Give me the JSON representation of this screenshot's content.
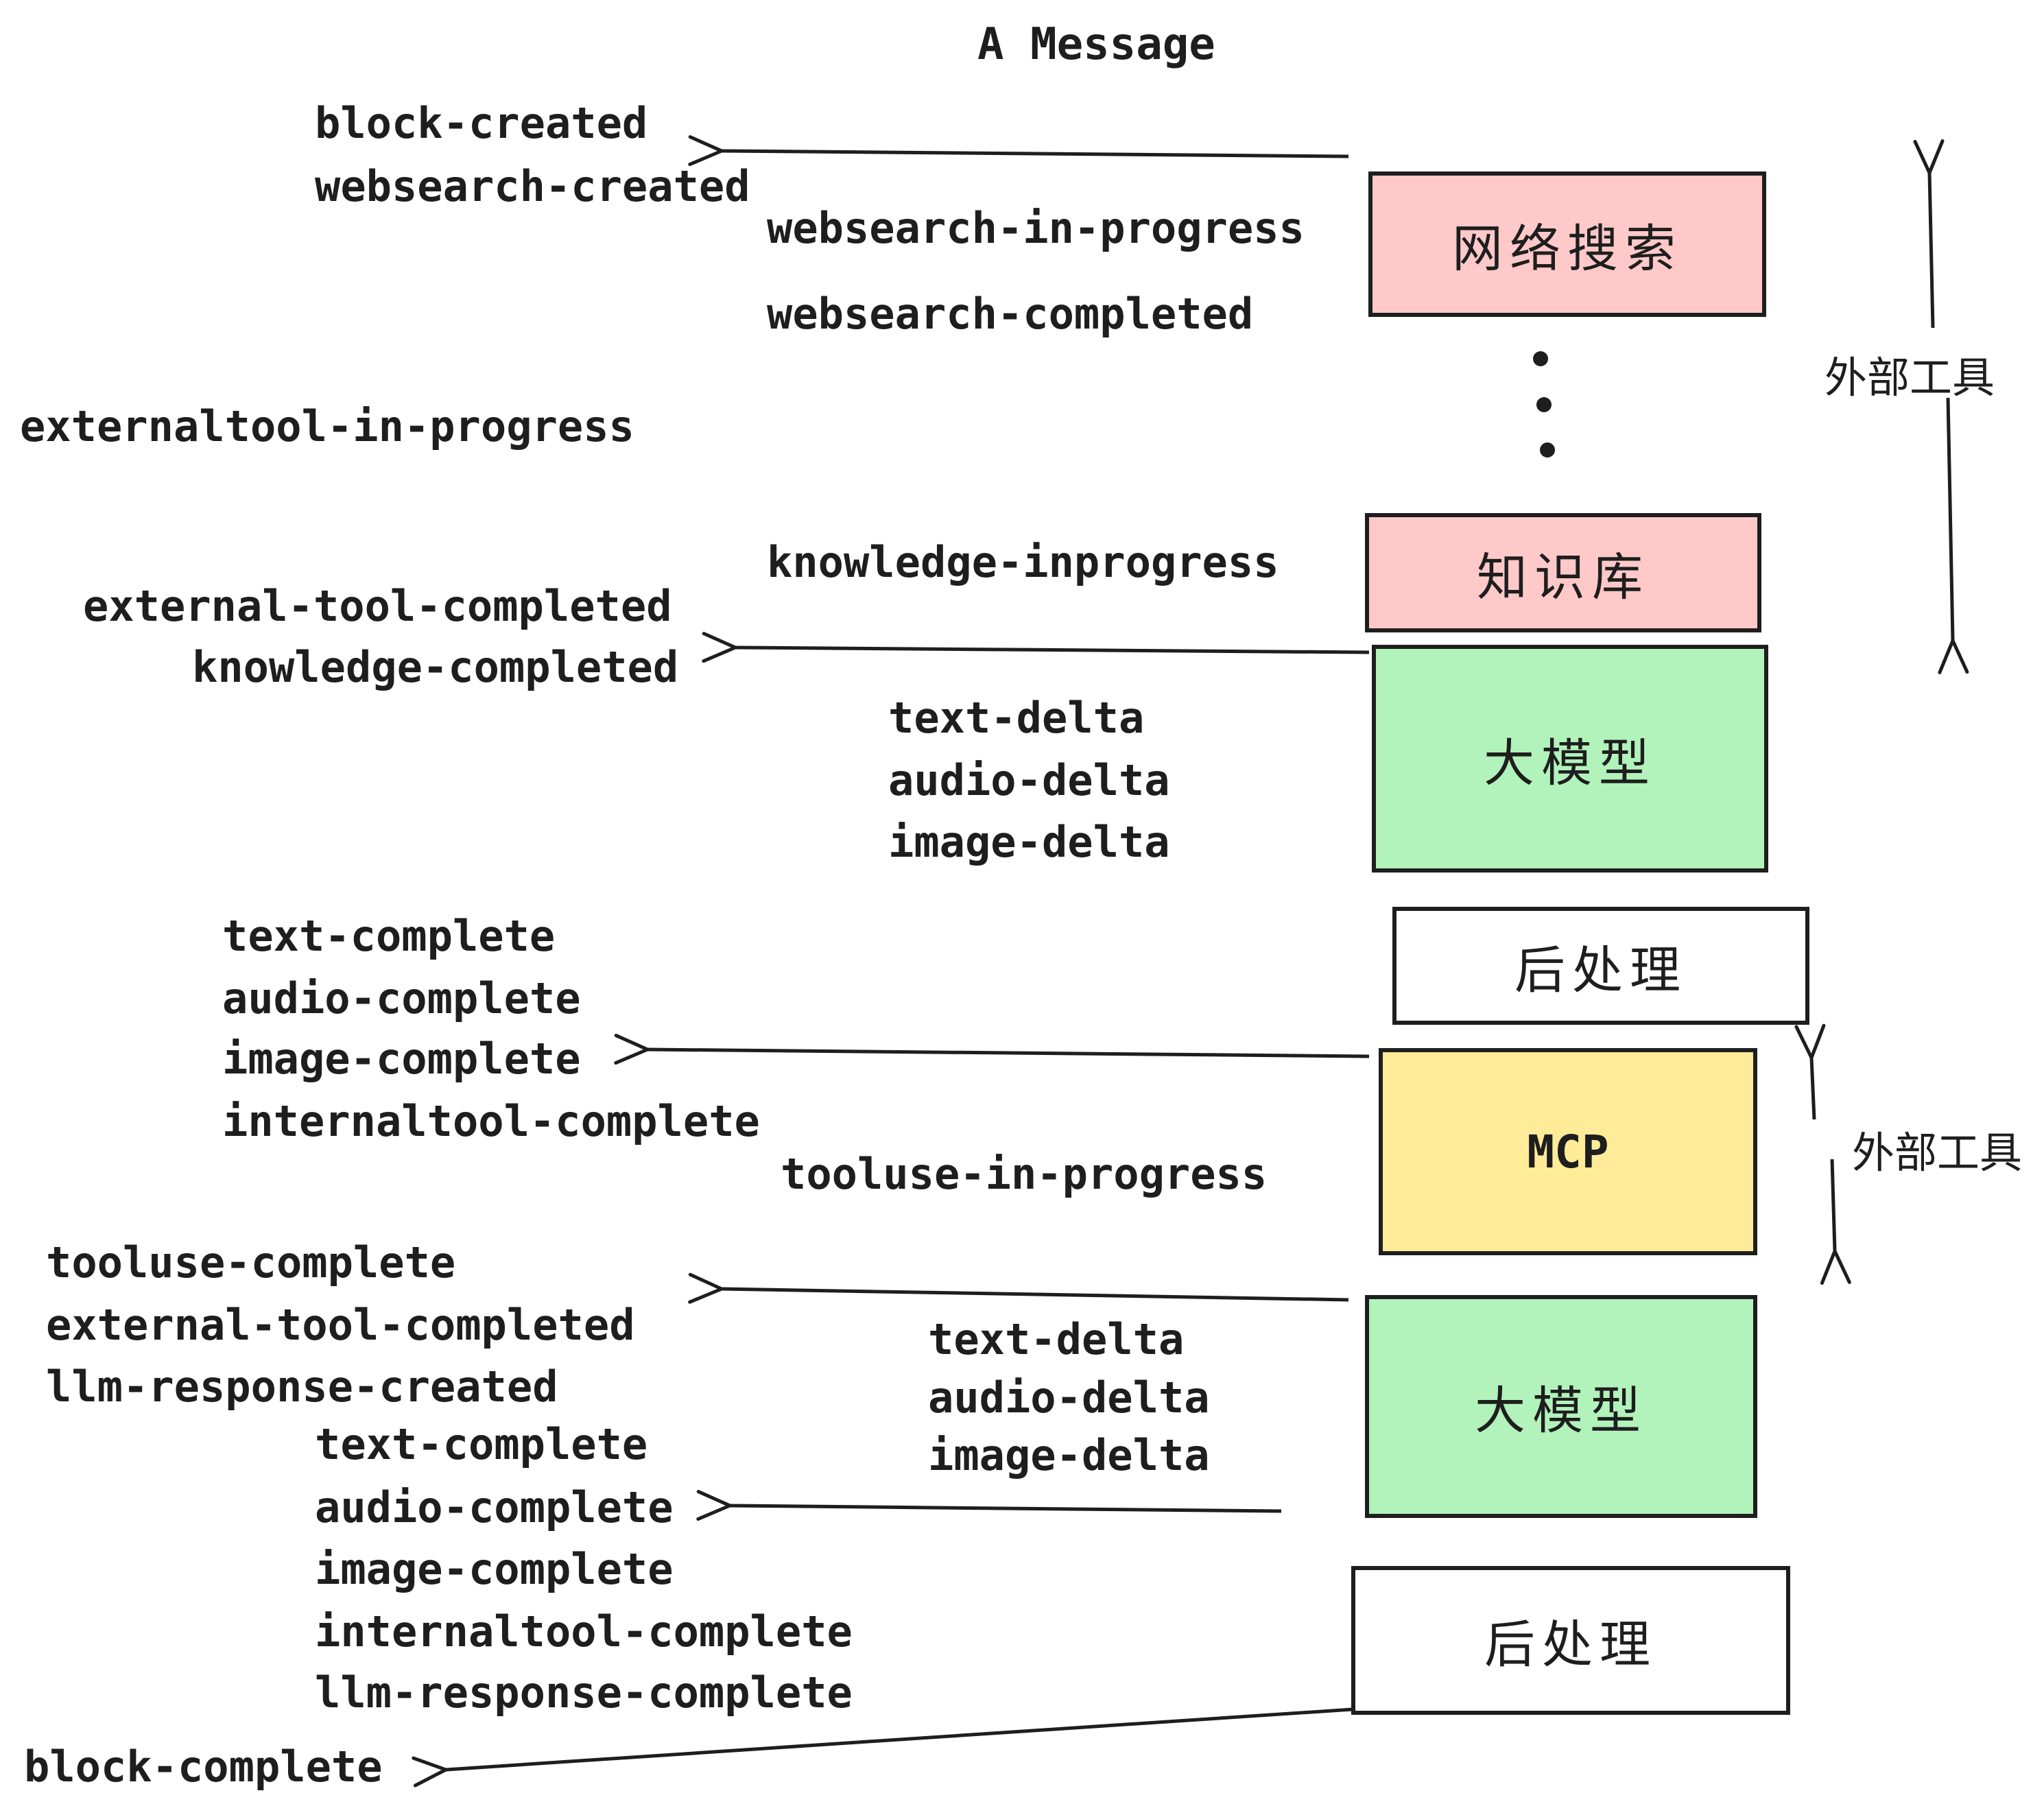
{
  "title": "A Message",
  "colors": {
    "ink": "#1e1e1e",
    "websearch_fill": "#ffc9c9",
    "knowledge_fill": "#ffc9c9",
    "llm_fill": "#b2f2bb",
    "mcp_fill": "#ffec99",
    "postprocess_fill": "#ffffff"
  },
  "event_labels": [
    {
      "id": "block-created",
      "text": "block-created"
    },
    {
      "id": "websearch-created",
      "text": "websearch-created"
    },
    {
      "id": "websearch-in-progress",
      "text": "websearch-in-progress"
    },
    {
      "id": "websearch-completed",
      "text": "websearch-completed"
    },
    {
      "id": "externaltool-in-progress",
      "text": "externaltool-in-progress"
    },
    {
      "id": "knowledge-inprogress",
      "text": "knowledge-inprogress"
    },
    {
      "id": "external-tool-completed-1",
      "text": "external-tool-completed"
    },
    {
      "id": "knowledge-completed",
      "text": "knowledge-completed"
    },
    {
      "id": "text-delta-1",
      "text": "text-delta"
    },
    {
      "id": "audio-delta-1",
      "text": "audio-delta"
    },
    {
      "id": "image-delta-1",
      "text": "image-delta"
    },
    {
      "id": "text-complete-1",
      "text": "text-complete"
    },
    {
      "id": "audio-complete-1",
      "text": "audio-complete"
    },
    {
      "id": "image-complete-1",
      "text": "image-complete"
    },
    {
      "id": "internaltool-complete-1",
      "text": "internaltool-complete"
    },
    {
      "id": "tooluse-in-progress",
      "text": "tooluse-in-progress"
    },
    {
      "id": "tooluse-complete",
      "text": "tooluse-complete"
    },
    {
      "id": "external-tool-completed-2",
      "text": "external-tool-completed"
    },
    {
      "id": "llm-response-created",
      "text": "llm-response-created"
    },
    {
      "id": "text-delta-2",
      "text": "text-delta"
    },
    {
      "id": "audio-delta-2",
      "text": "audio-delta"
    },
    {
      "id": "image-delta-2",
      "text": "image-delta"
    },
    {
      "id": "text-complete-2",
      "text": "text-complete"
    },
    {
      "id": "audio-complete-2",
      "text": "audio-complete"
    },
    {
      "id": "image-complete-2",
      "text": "image-complete"
    },
    {
      "id": "internaltool-complete-2",
      "text": "internaltool-complete"
    },
    {
      "id": "llm-response-complete",
      "text": "llm-response-complete"
    },
    {
      "id": "block-complete",
      "text": "block-complete"
    }
  ],
  "boxes": [
    {
      "id": "websearch",
      "label": "网络搜索",
      "fill": "#ffc9c9"
    },
    {
      "id": "knowledge",
      "label": "知识库",
      "fill": "#ffc9c9"
    },
    {
      "id": "llm-1",
      "label": "大模型",
      "fill": "#b2f2bb"
    },
    {
      "id": "postprocess-1",
      "label": "后处理",
      "fill": "#ffffff"
    },
    {
      "id": "mcp",
      "label": "MCP",
      "fill": "#ffec99"
    },
    {
      "id": "llm-2",
      "label": "大模型",
      "fill": "#b2f2bb"
    },
    {
      "id": "postprocess-2",
      "label": "后处理",
      "fill": "#ffffff"
    }
  ],
  "side_labels": [
    {
      "id": "external-tools-top",
      "text": "外部工具"
    },
    {
      "id": "external-tools-mcp",
      "text": "外部工具"
    }
  ]
}
